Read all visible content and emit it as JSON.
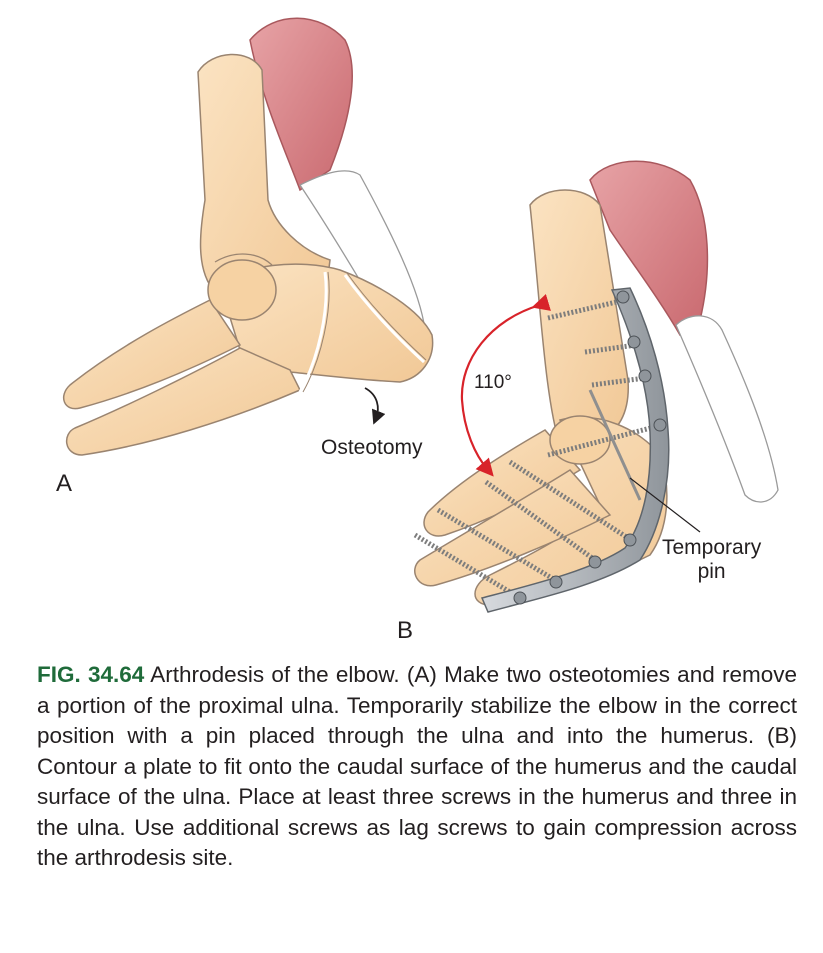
{
  "figure": {
    "panel_a_label": "A",
    "panel_b_label": "B",
    "osteotomy_label": "Osteotomy",
    "angle_label": "110°",
    "temporary_pin_label_line1": "Temporary",
    "temporary_pin_label_line2": "pin"
  },
  "caption": {
    "figure_number": "FIG. 34.64",
    "text": "Arthrodesis of the elbow. (A) Make two osteotomies and remove a portion of the proximal ulna. Temporarily stabilize the elbow in the correct position with a pin placed through the ulna and into the humerus. (B) Contour a plate to fit onto the caudal surface of the humerus and the caudal surface of the ulna. Place at least three screws in the humerus and three in the ulna. Use additional screws as lag screws to gain compression across the arthrodesis site."
  },
  "colors": {
    "bone_fill": "#f7d6ab",
    "bone_outline": "#9a8470",
    "muscle": "#d9868b",
    "tendon": "#ffffff",
    "plate": "#b9bdc2",
    "screw": "#8f8f8f",
    "angle_arrow": "#d8232a",
    "figure_number": "#1f6b3a"
  }
}
